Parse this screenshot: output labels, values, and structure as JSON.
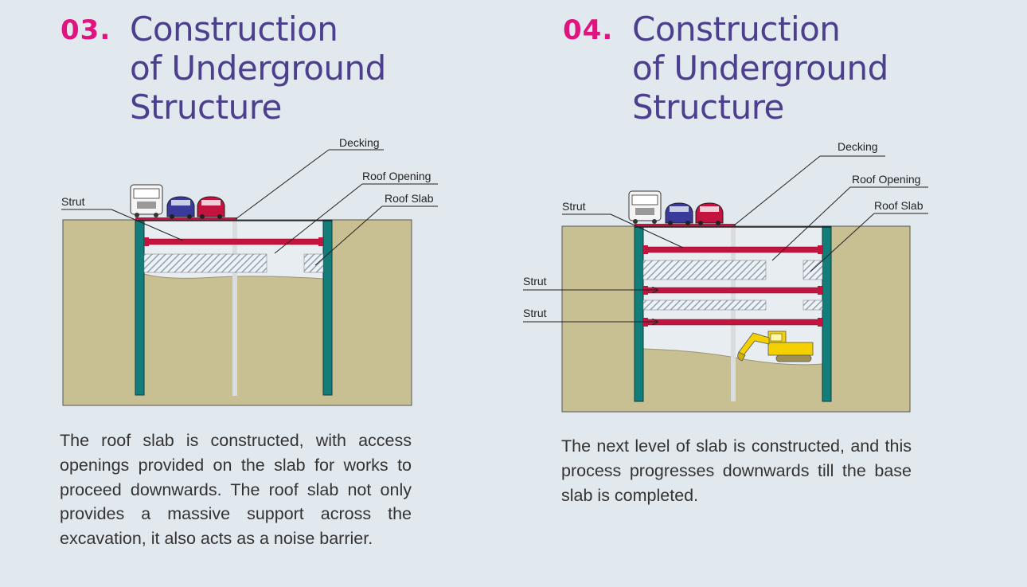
{
  "panel_left": {
    "step_number": "03.",
    "title": "Construction\nof Underground\nStructure",
    "description": "The roof slab is constructed, with access openings provided on the slab for works to proceed downwards. The roof slab not only provides a massive support across the excavation, it also acts as a noise barrier.",
    "labels": {
      "decking": "Decking",
      "roof_opening": "Roof Opening",
      "roof_slab": "Roof Slab",
      "strut": "Strut"
    }
  },
  "panel_right": {
    "step_number": "04.",
    "title": "Construction\nof Underground\nStructure",
    "description": "The next level of slab is constructed, and this process progresses downwards till the base slab is completed.",
    "labels": {
      "decking": "Decking",
      "roof_opening": "Roof Opening",
      "roof_slab": "Roof Slab",
      "strut_top": "Strut",
      "strut_mid": "Strut",
      "strut_low": "Strut"
    }
  },
  "colors": {
    "background": "#e1e8ee",
    "step_number": "#e0147e",
    "title": "#4b3f8e",
    "soil": "#c8bf93",
    "wall": "#137d7a",
    "strut": "#c3143f",
    "slab_hatch": "#9dafbd"
  }
}
